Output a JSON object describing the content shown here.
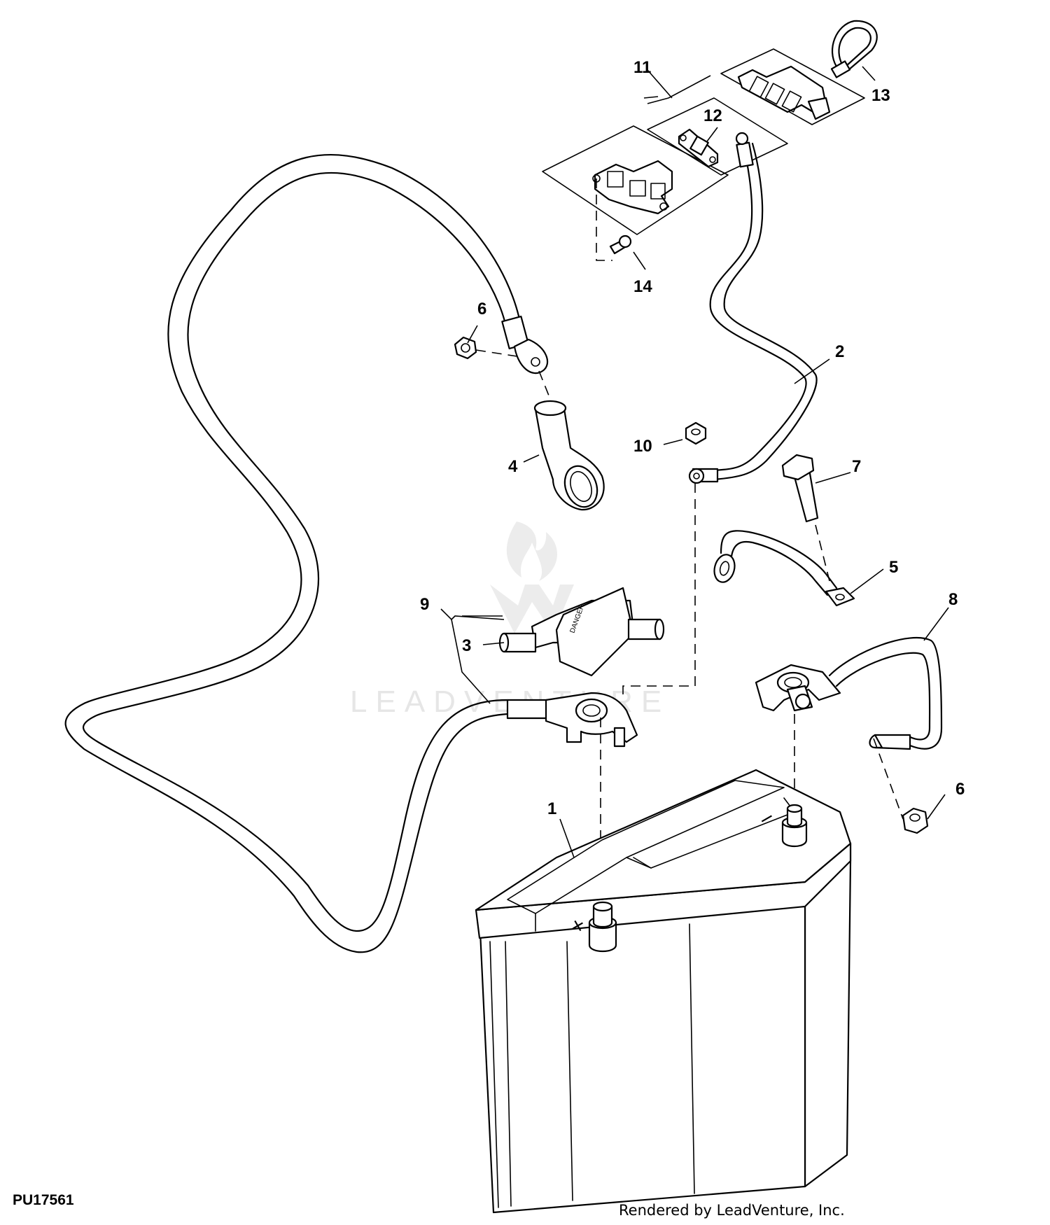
{
  "figure_id": "PU17561",
  "credit": "Rendered by LeadVenture, Inc.",
  "watermark": "LEADVENTURE",
  "callouts": [
    {
      "id": "1",
      "label": "1"
    },
    {
      "id": "2",
      "label": "2"
    },
    {
      "id": "3",
      "label": "3"
    },
    {
      "id": "4",
      "label": "4"
    },
    {
      "id": "5",
      "label": "5"
    },
    {
      "id": "6a",
      "label": "6"
    },
    {
      "id": "6b",
      "label": "6"
    },
    {
      "id": "7",
      "label": "7"
    },
    {
      "id": "8",
      "label": "8"
    },
    {
      "id": "9",
      "label": "9"
    },
    {
      "id": "10",
      "label": "10"
    },
    {
      "id": "11",
      "label": "11"
    },
    {
      "id": "12",
      "label": "12"
    },
    {
      "id": "13",
      "label": "13"
    },
    {
      "id": "14",
      "label": "14"
    }
  ],
  "battery_terminals": {
    "positive": "+",
    "negative": "−"
  }
}
